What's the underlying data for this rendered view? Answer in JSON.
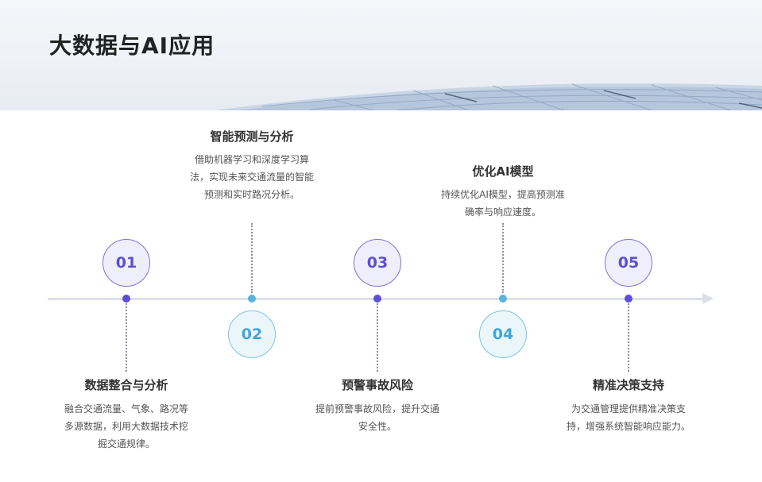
{
  "page": {
    "title": "大数据与AI应用"
  },
  "colors": {
    "purple": "#5b4fd6",
    "blue": "#3ea7db",
    "line": "#dcdfe8"
  },
  "steps": [
    {
      "number": "01",
      "title": "数据整合与分析",
      "description": "融合交通流量、气象、路况等多源数据，利用大数据技术挖掘交通规律。",
      "position": "below",
      "color": "purple"
    },
    {
      "number": "02",
      "title": "智能预测与分析",
      "description": "借助机器学习和深度学习算法，实现未来交通流量的智能预测和实时路况分析。",
      "position": "above",
      "color": "blue"
    },
    {
      "number": "03",
      "title": "预警事故风险",
      "description": "提前预警事故风险，提升交通安全性。",
      "position": "below",
      "color": "purple"
    },
    {
      "number": "04",
      "title": "优化AI模型",
      "description": "持续优化AI模型，提高预测准确率与响应速度。",
      "position": "above",
      "color": "blue"
    },
    {
      "number": "05",
      "title": "精准决策支持",
      "description": "为交通管理提供精准决策支持，增强系统智能响应能力。",
      "position": "below",
      "color": "purple"
    }
  ]
}
